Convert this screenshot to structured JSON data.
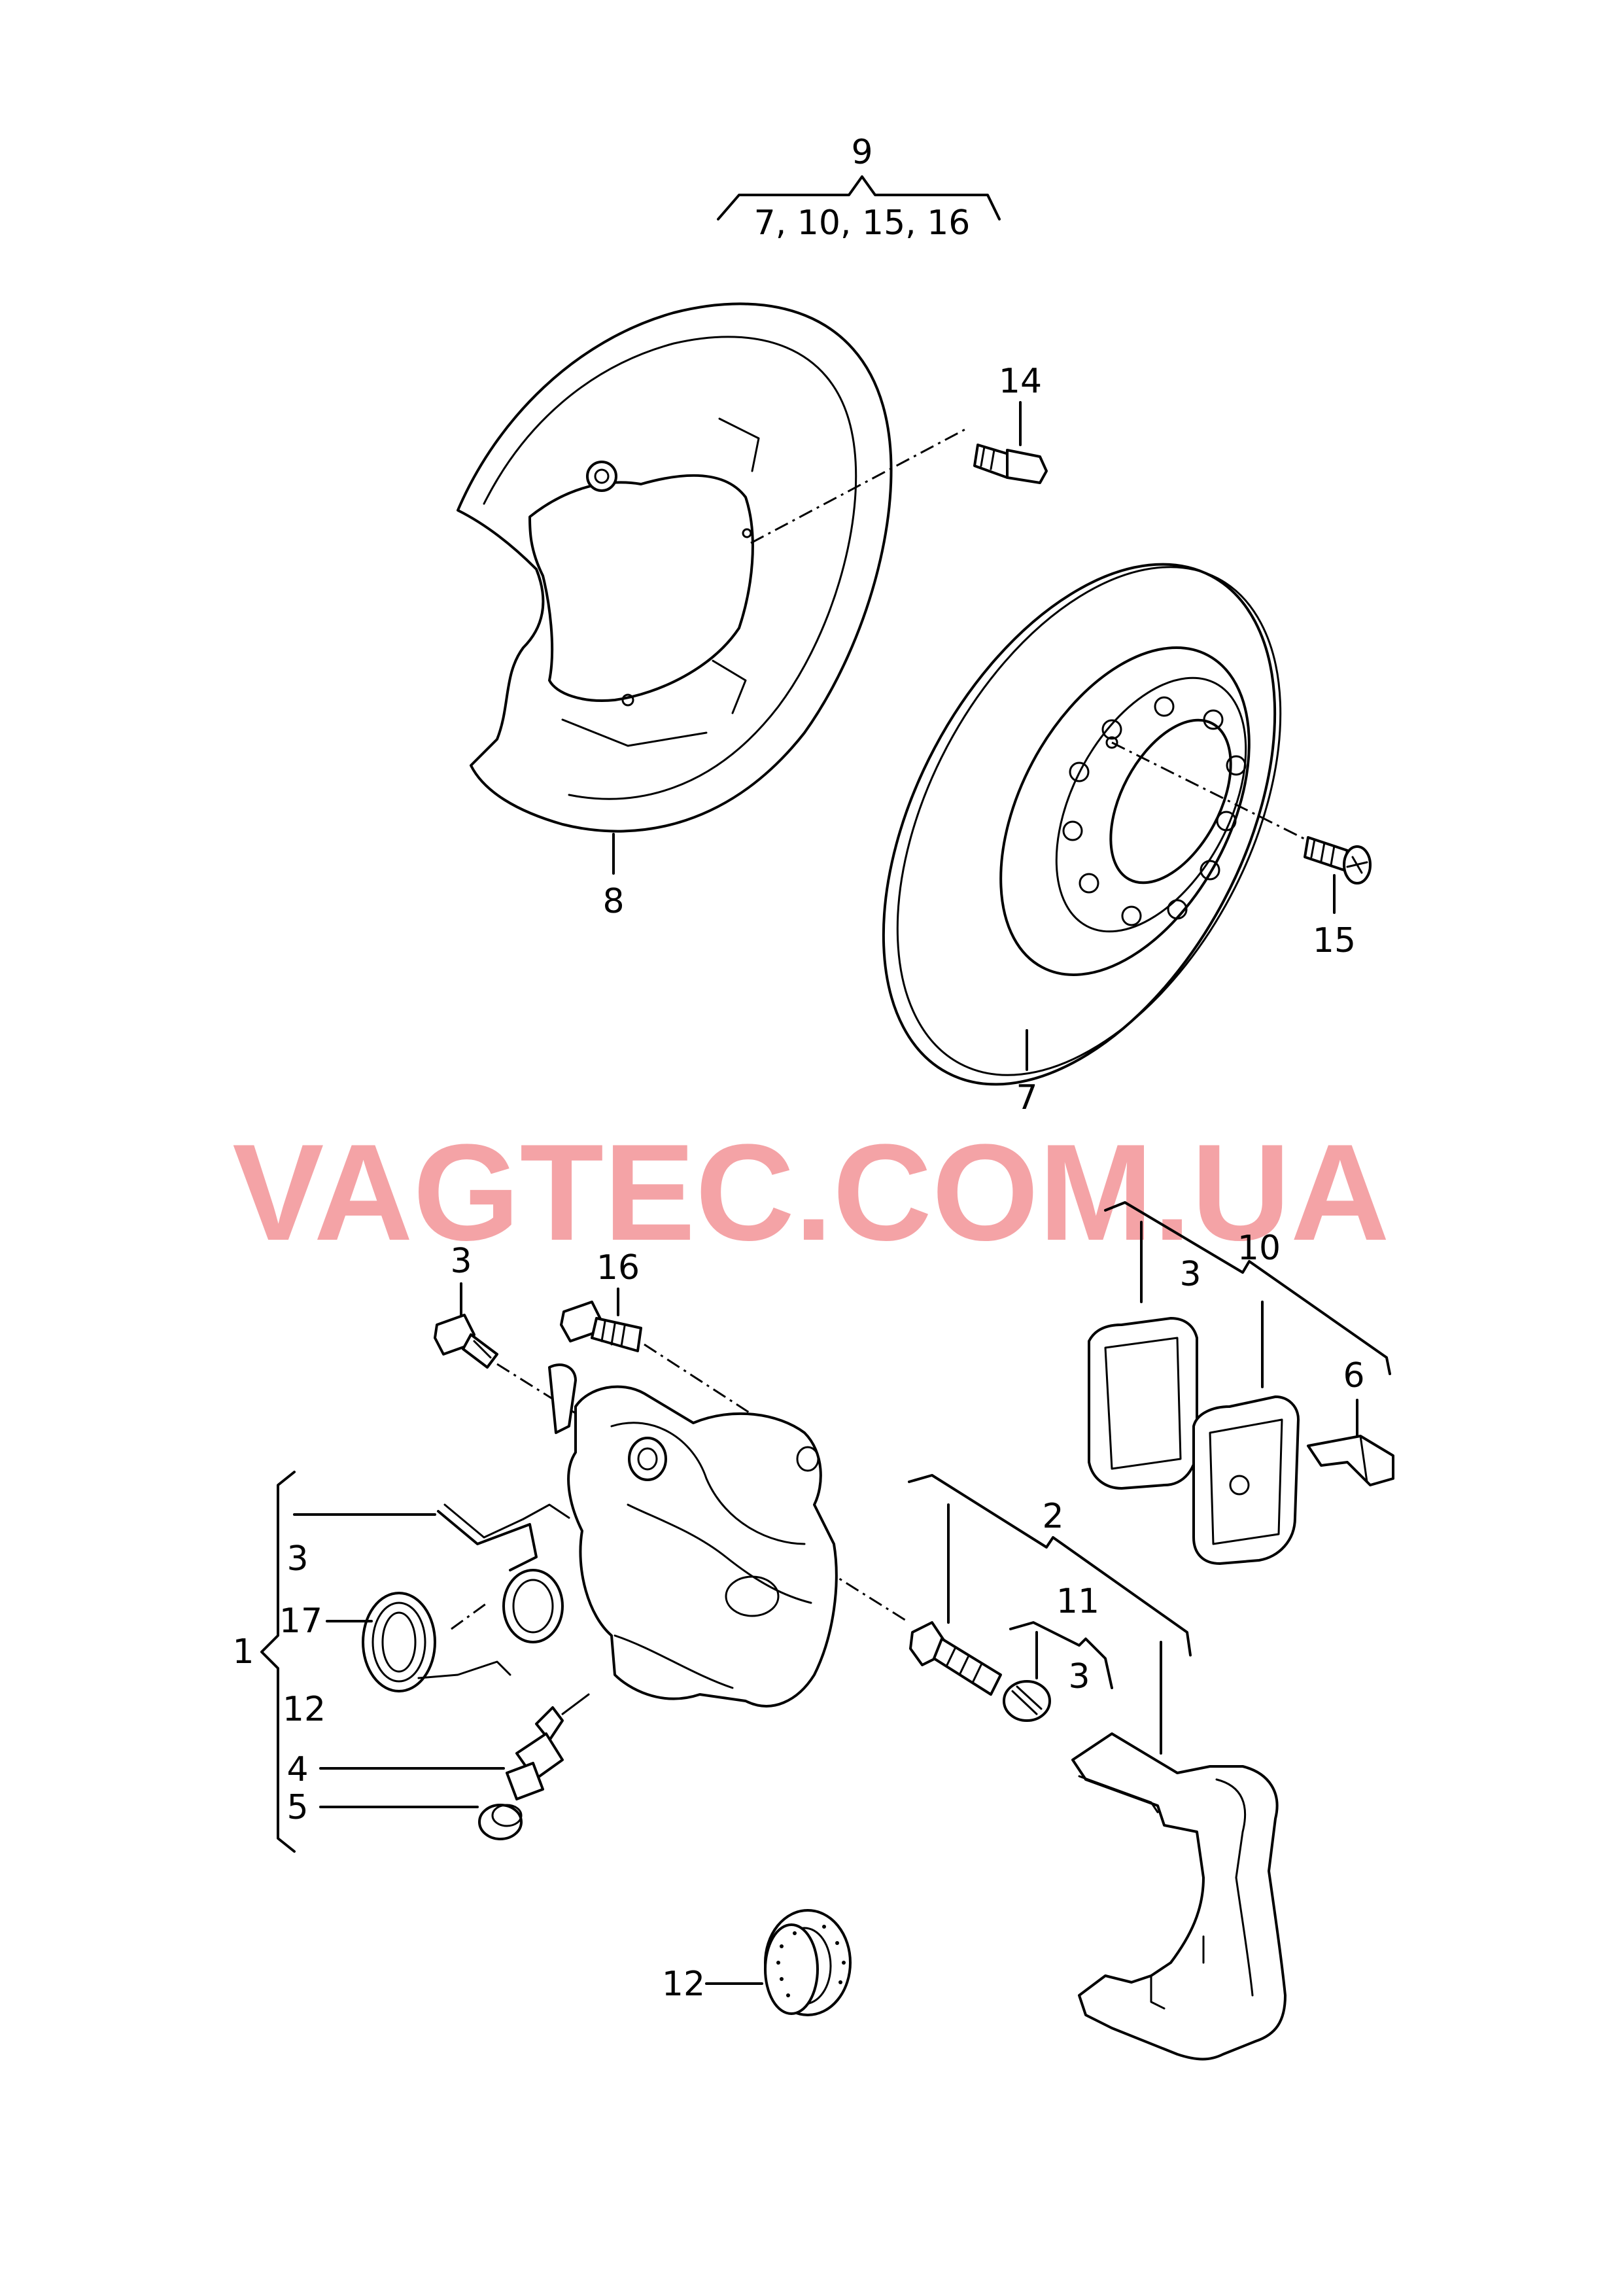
{
  "watermark": "VAGTEC.COM.UA",
  "callouts": {
    "c9": "9",
    "c9_group": "7, 10, 15, 16",
    "c14": "14",
    "c8": "8",
    "c15": "15",
    "c7": "7",
    "c3_bolt": "3",
    "c16": "16",
    "c10": "10",
    "c3_pads": "3",
    "c6": "6",
    "c2": "2",
    "c11": "11",
    "c3_guide": "3",
    "c1": "1",
    "c3_left": "3",
    "c17": "17",
    "c12_left": "12",
    "c4": "4",
    "c5": "5",
    "c12_bottom": "12"
  }
}
